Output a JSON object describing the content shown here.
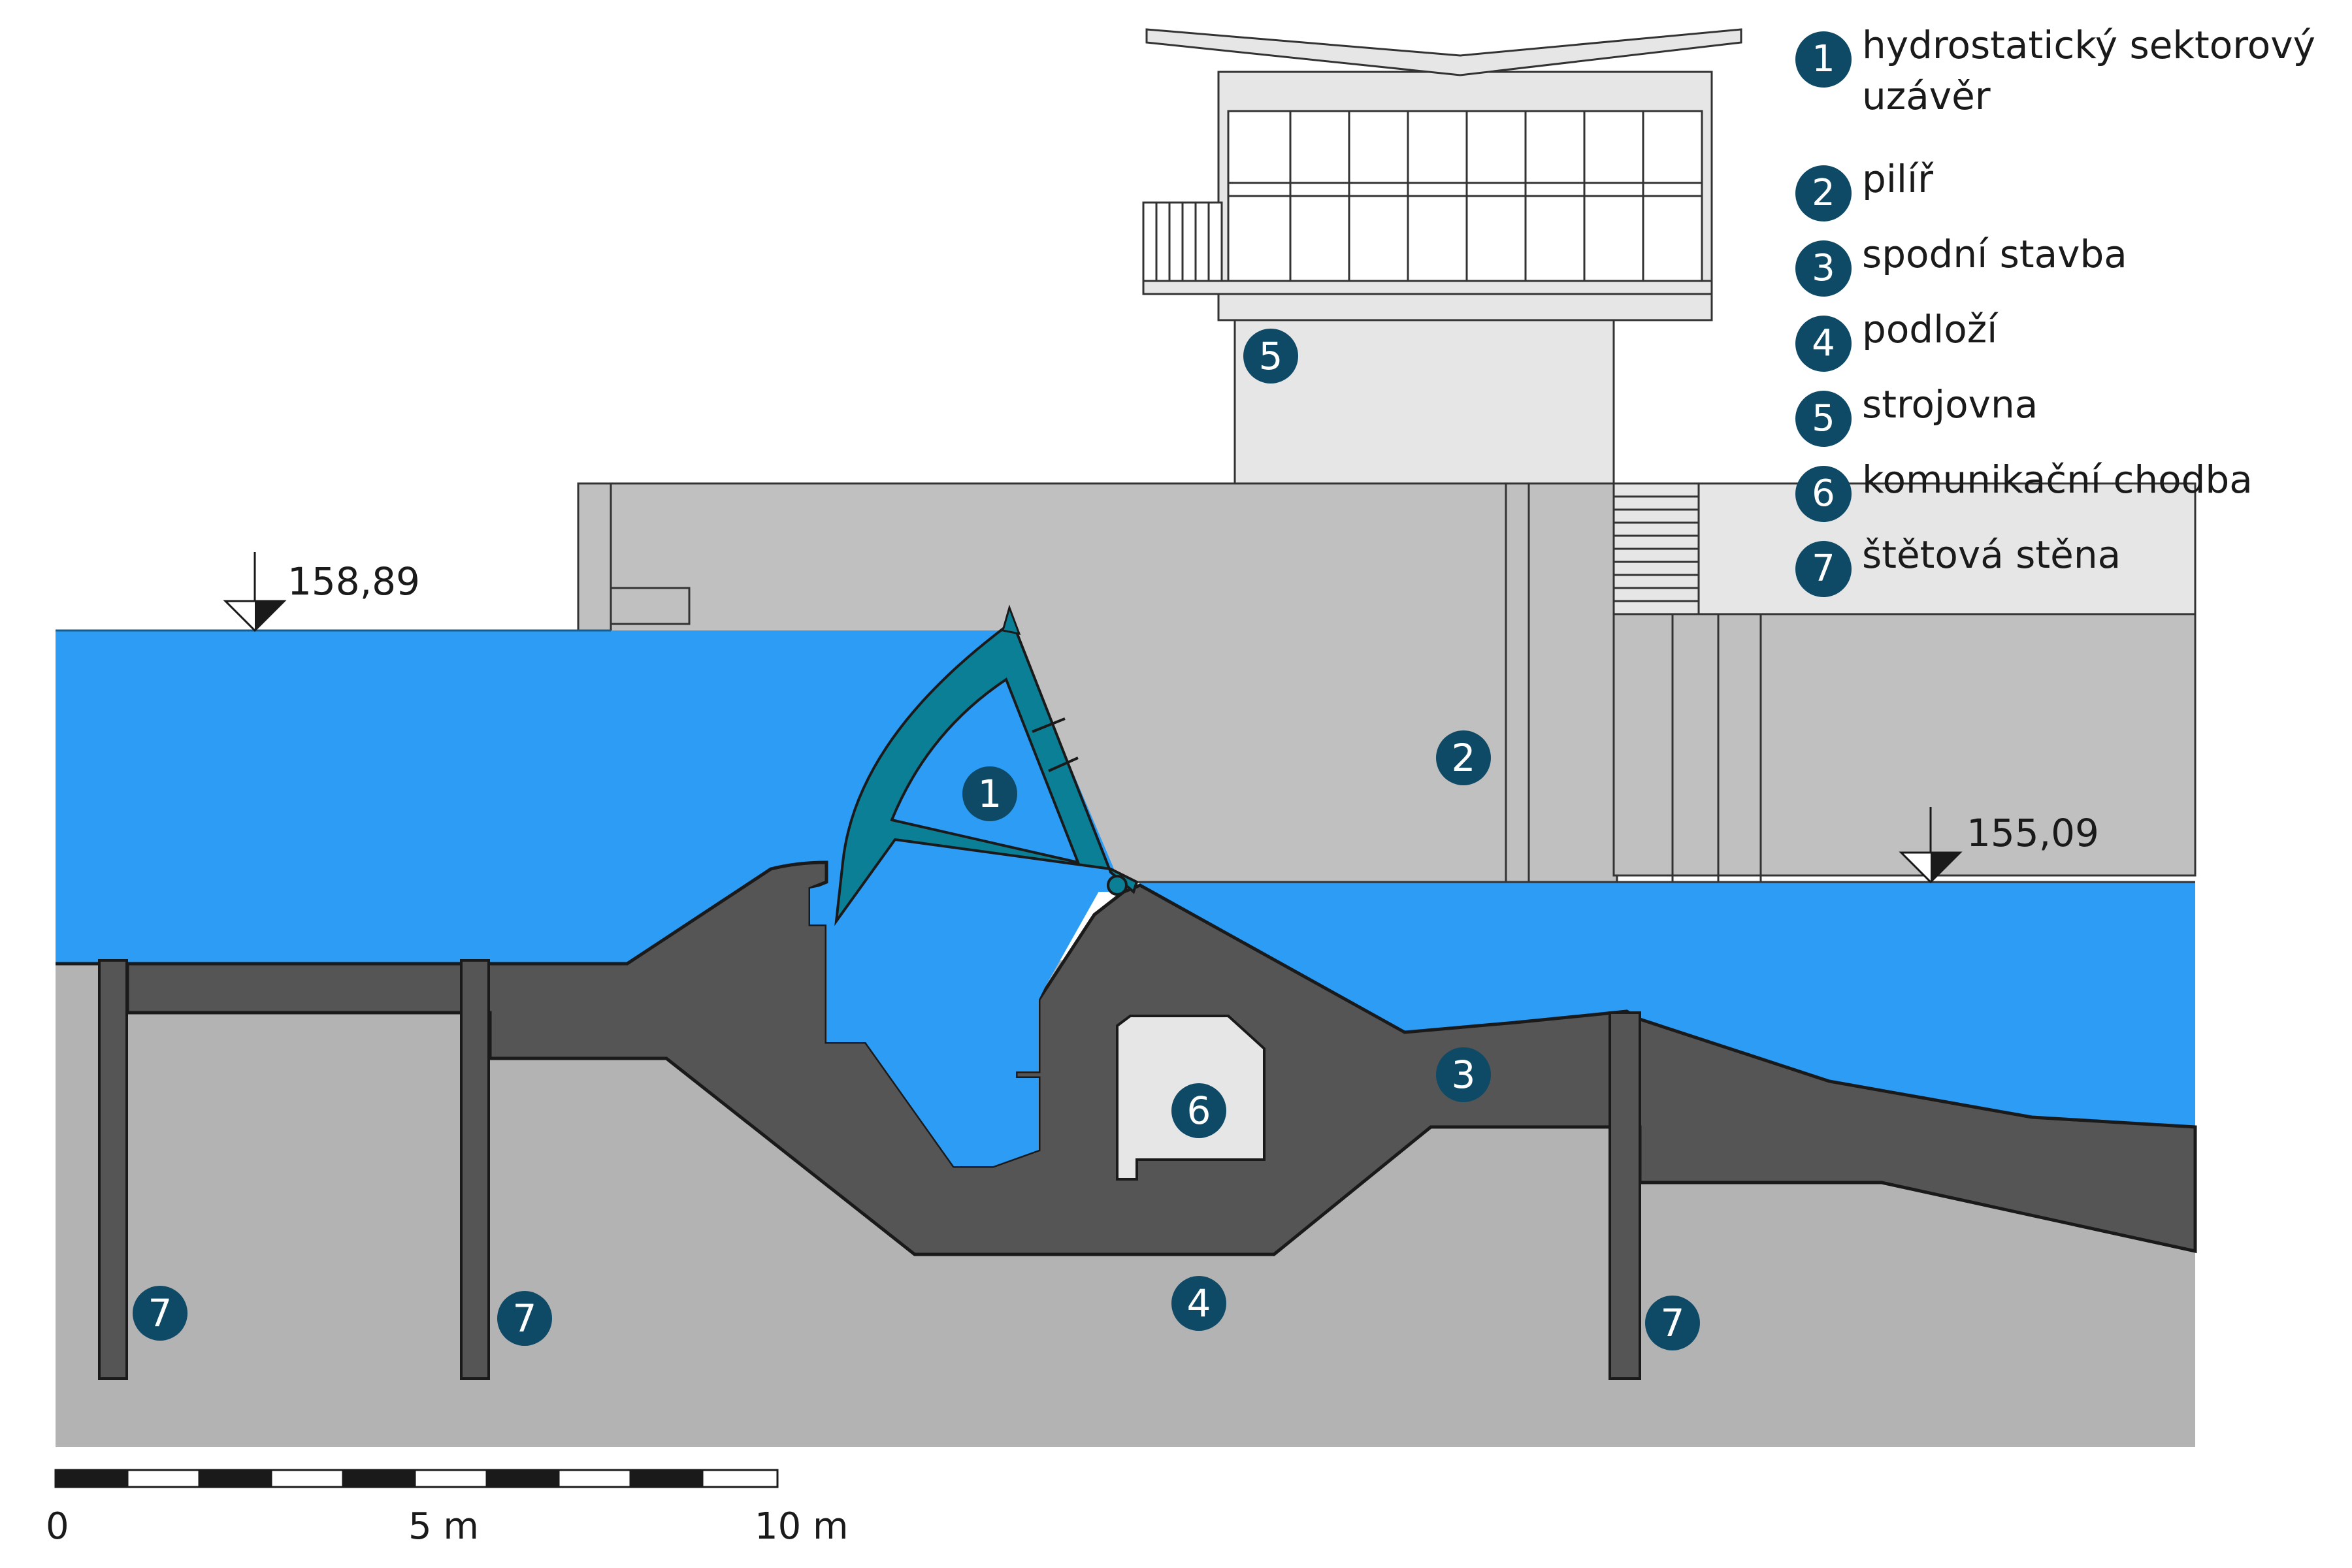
{
  "levels": {
    "upstream": "158,89",
    "downstream": "155,09"
  },
  "legend": [
    {
      "number": "1",
      "label": "hydrostatický sektorový uzávěr"
    },
    {
      "number": "2",
      "label": "pilíř"
    },
    {
      "number": "3",
      "label": "spodní stavba"
    },
    {
      "number": "4",
      "label": "podloží"
    },
    {
      "number": "5",
      "label": "strojovna"
    },
    {
      "number": "6",
      "label": "komunikační chodba"
    },
    {
      "number": "7",
      "label": "štětová stěna"
    }
  ],
  "markers": {
    "gate": "1",
    "pier": "2",
    "substructure": "3",
    "subsoil": "4",
    "machine_room": "5",
    "corridor": "6",
    "sheet_pile": "7"
  },
  "scale": {
    "label_0": "0",
    "label_5": "5 m",
    "label_10": "10 m"
  },
  "colors": {
    "water": "#2d9cf5",
    "gate": "#0a7f96",
    "concrete_dark": "#555555",
    "concrete_light": "#c0c0c0",
    "subsoil": "#b3b3b3",
    "building": "#e6e6e6",
    "badge": "#0e4a66"
  }
}
